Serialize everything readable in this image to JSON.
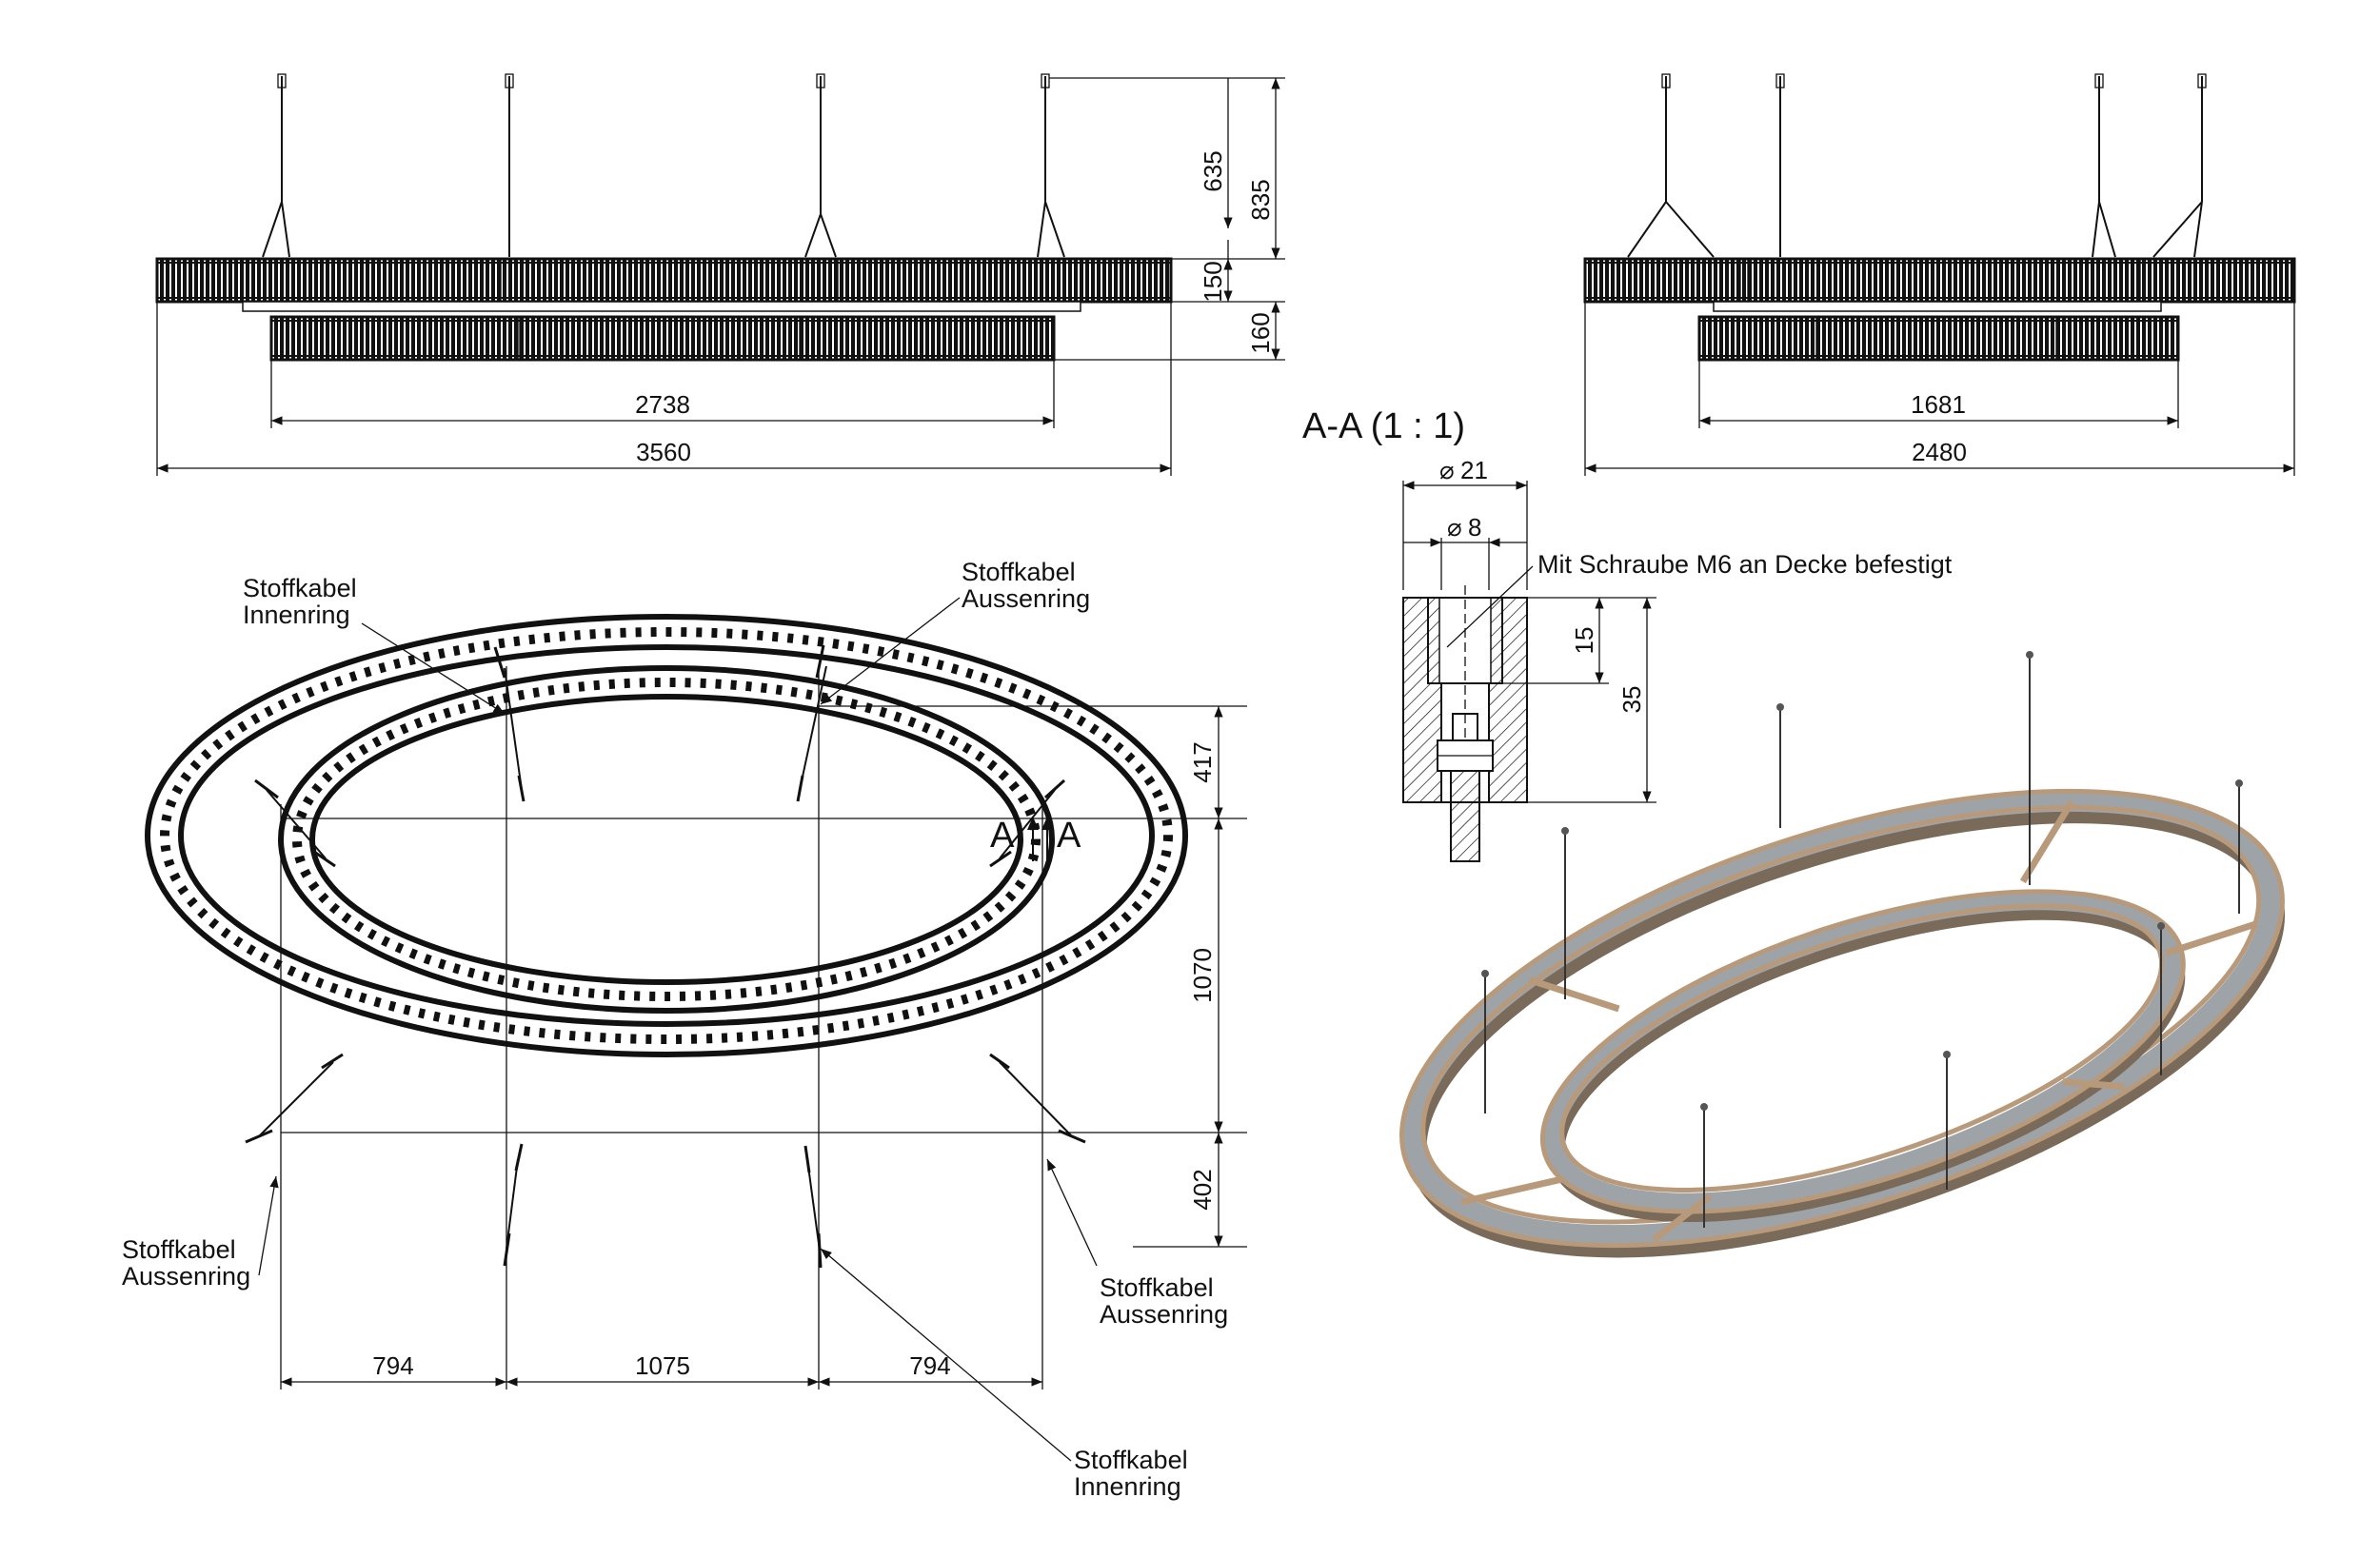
{
  "section_title": "A-A (1 : 1)",
  "section_marker": "A",
  "front_view": {
    "dims": {
      "d635": "635",
      "d835": "835",
      "d150": "150",
      "d160": "160",
      "d2738": "2738",
      "d3560": "3560"
    }
  },
  "side_view": {
    "dims": {
      "d1681": "1681",
      "d2480": "2480"
    }
  },
  "section_view": {
    "dims": {
      "dia21": "21",
      "dia8": "8",
      "d15": "15",
      "d35": "35"
    },
    "note": "Mit Schraube M6 an Decke befestigt"
  },
  "plan_view": {
    "dims": {
      "d417": "417",
      "d1070": "1070",
      "d402": "402",
      "d794a": "794",
      "d1075": "1075",
      "d794b": "794"
    },
    "labels": {
      "inner_tl_1": "Stoffkabel",
      "inner_tl_2": "Innenring",
      "outer_tr_1": "Stoffkabel",
      "outer_tr_2": "Aussenring",
      "outer_bl_1": "Stoffkabel",
      "outer_bl_2": "Aussenring",
      "outer_br_1": "Stoffkabel",
      "outer_br_2": "Aussenring",
      "inner_br_1": "Stoffkabel",
      "inner_br_2": "Innenring"
    }
  },
  "colors": {
    "line": "#111111",
    "ring_fill": "#1a1a1a",
    "iso_wood": "#b89a7a",
    "iso_fabric": "#9ea3a8"
  }
}
